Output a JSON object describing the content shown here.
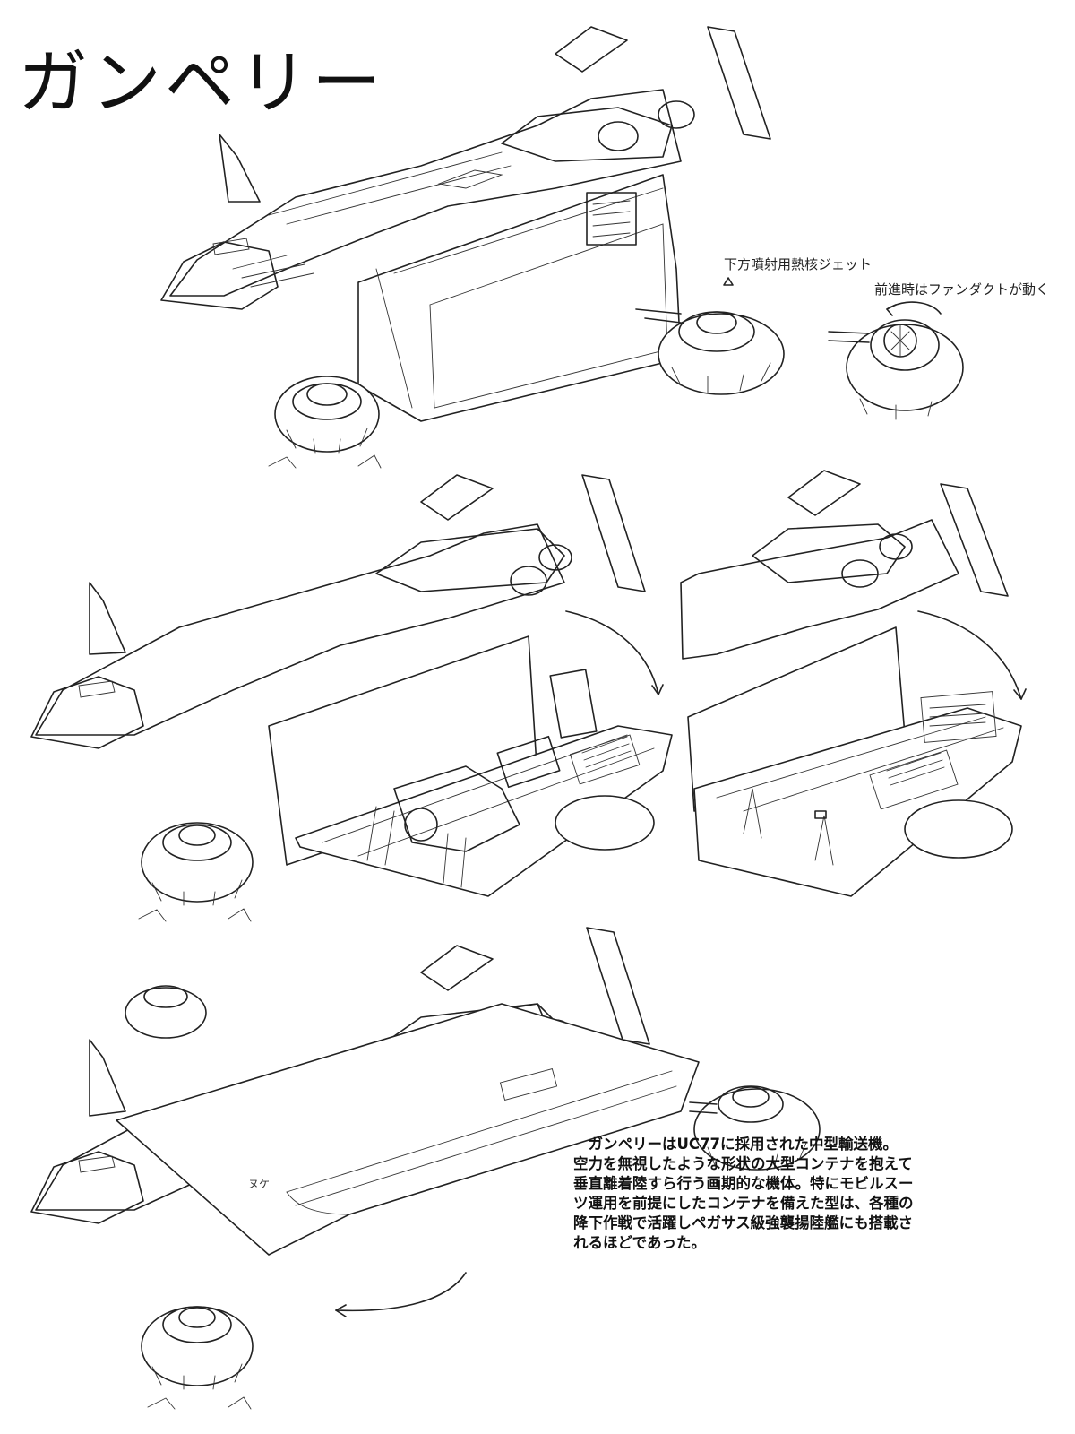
{
  "title": "ガンペリー",
  "annotations": {
    "jet_label": "下方噴射用熱核ジェット",
    "fan_label": "前進時はファンダクトが動く",
    "small_mark": "ヌケ"
  },
  "description": [
    "　ガンペリーはUC77に採用された中型輸送機。",
    "空力を無視したような形状の大型コンテナを抱えて",
    "垂直離着陸すら行う画期的な機体。特にモビルスー",
    "ツ運用を前提にしたコンテナを備えた型は、各種の",
    "降下作戦で活躍しペガサス級強襲揚陸艦にも搭載さ",
    "れるほどであった。"
  ]
}
